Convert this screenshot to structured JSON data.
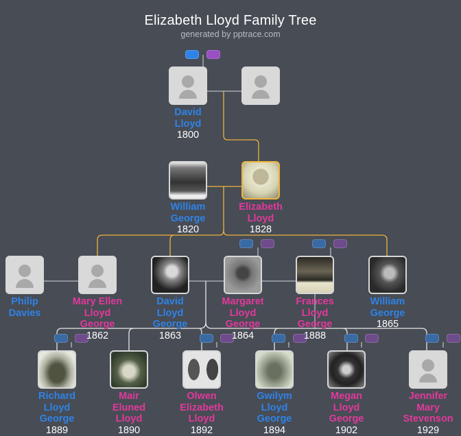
{
  "header": {
    "title": "Elizabeth Lloyd Family Tree",
    "subtitle": "generated by pptrace.com"
  },
  "colors": {
    "background": "#474c55",
    "male": "#2f83e6",
    "female": "#e2399b",
    "focus_line": "#f0b43c",
    "line": "#d0d0d0"
  },
  "people": {
    "david_lloyd": {
      "first": "David",
      "last": "Lloyd",
      "extra": "",
      "year": "1800",
      "gender": "m",
      "photo": "placeholder"
    },
    "spouse_unknown": {
      "first": "",
      "last": "",
      "extra": "",
      "year": "",
      "gender": "f",
      "photo": "placeholder"
    },
    "william_george_1820": {
      "first": "William",
      "last": "George",
      "extra": "",
      "year": "1820",
      "gender": "m",
      "photo": "photo"
    },
    "elizabeth_lloyd": {
      "first": "Elizabeth",
      "last": "Lloyd",
      "extra": "",
      "year": "1828",
      "gender": "f",
      "photo": "photo-focus"
    },
    "philip_davies": {
      "first": "Philip",
      "last": "Davies",
      "extra": "",
      "year": "",
      "gender": "m",
      "photo": "placeholder"
    },
    "mary_ellen": {
      "first": "Mary Ellen",
      "last": "Lloyd",
      "extra": "George",
      "year": "1862",
      "gender": "f",
      "photo": "placeholder"
    },
    "david_lloyd_george": {
      "first": "David",
      "last": "Lloyd",
      "extra": "George",
      "year": "1863",
      "gender": "m",
      "photo": "photo"
    },
    "margaret": {
      "first": "Margaret",
      "last": "Lloyd",
      "extra": "George",
      "year": "1864",
      "gender": "f",
      "photo": "photo"
    },
    "frances": {
      "first": "Frances",
      "last": "Lloyd",
      "extra": "George",
      "year": "1888",
      "gender": "f",
      "photo": "photo"
    },
    "william_george_1865": {
      "first": "William",
      "last": "George",
      "extra": "",
      "year": "1865",
      "gender": "m",
      "photo": "photo"
    },
    "richard": {
      "first": "Richard",
      "last": "Lloyd",
      "extra": "George",
      "year": "1889",
      "gender": "m",
      "photo": "photo"
    },
    "mair": {
      "first": "Mair",
      "last": "Eluned",
      "extra": "Lloyd",
      "year": "1890",
      "gender": "f",
      "photo": "photo"
    },
    "olwen": {
      "first": "Olwen",
      "last": "Elizabeth",
      "extra": "Lloyd",
      "year": "1892",
      "gender": "f",
      "photo": "photo"
    },
    "gwilym": {
      "first": "Gwilym",
      "last": "Lloyd",
      "extra": "George",
      "year": "1894",
      "gender": "m",
      "photo": "photo"
    },
    "megan": {
      "first": "Megan",
      "last": "Lloyd",
      "extra": "George",
      "year": "1902",
      "gender": "f",
      "photo": "photo"
    },
    "jennifer": {
      "first": "Jennifer",
      "last": "Mary",
      "extra": "Stevenson",
      "year": "1929",
      "gender": "f",
      "photo": "placeholder"
    }
  },
  "icons": {
    "parents_father": "father-badge",
    "parents_mother": "mother-badge",
    "placeholder": "person-silhouette-icon"
  }
}
